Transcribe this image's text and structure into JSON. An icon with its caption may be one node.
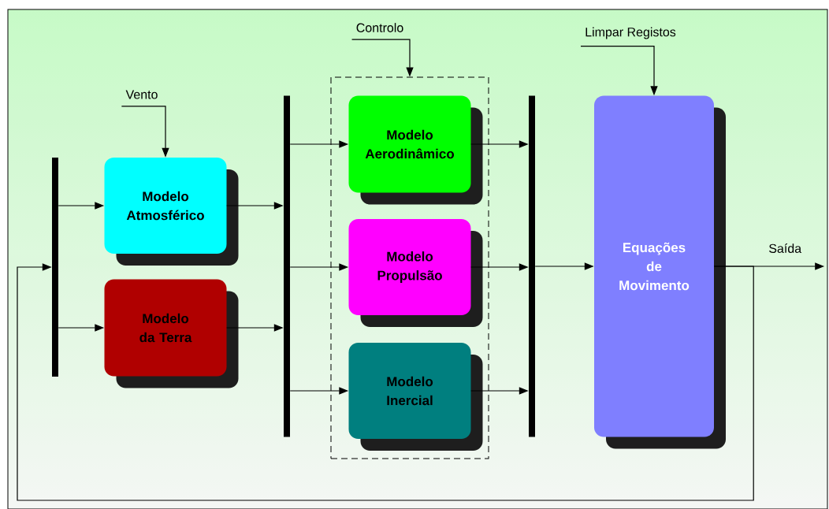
{
  "diagram": {
    "nodes": [
      {
        "text": [],
        "shape": "bar"
      },
      {
        "text": [
          "Modelo Atmosférico"
        ]
      },
      {
        "text": [
          "Modelo da Terra"
        ]
      },
      {
        "text": [],
        "shape": "bar"
      },
      {
        "text": [],
        "shape": "box"
      },
      {
        "text": [
          "Modelo Aerodinâmico"
        ],
        "in": 4
      },
      {
        "text": [
          "Modelo Propulsão"
        ],
        "in": 4
      },
      {
        "text": [
          "Modelo Inercial"
        ],
        "in": 4
      },
      {
        "text": [],
        "shape": "bar"
      },
      {
        "text": [
          "Equações de Movimento"
        ]
      },
      {
        "text": [
          "Vento"
        ]
      },
      {
        "text": [
          "Controlo"
        ]
      },
      {
        "text": [
          "Limpar Registos"
        ]
      }
    ],
    "edges": [
      {
        "from": 10,
        "to": 1,
        "arrow": "to"
      },
      {
        "from": 0,
        "to": 1,
        "arrow": "to"
      },
      {
        "from": 0,
        "to": 2,
        "arrow": "to"
      },
      {
        "from": 1,
        "to": 3,
        "arrow": "to"
      },
      {
        "from": 2,
        "to": 3,
        "arrow": "to"
      },
      {
        "from": 3,
        "to": 5,
        "arrow": "to"
      },
      {
        "from": 3,
        "to": 6,
        "arrow": "to"
      },
      {
        "from": 3,
        "to": 7,
        "arrow": "to"
      },
      {
        "from": 11,
        "to": 4,
        "arrow": "to"
      },
      {
        "from": 5,
        "to": 8,
        "arrow": "to"
      },
      {
        "from": 6,
        "to": 8,
        "arrow": "to"
      },
      {
        "from": 7,
        "to": 8,
        "arrow": "to"
      },
      {
        "from": 8,
        "to": 9,
        "arrow": "to"
      },
      {
        "from": 12,
        "to": 9,
        "arrow": "to"
      },
      {
        "from": 9,
        "to": null,
        "label": "Saída",
        "arrow": "to"
      },
      {
        "from": 9,
        "to": 0,
        "arrow": "to"
      }
    ]
  }
}
